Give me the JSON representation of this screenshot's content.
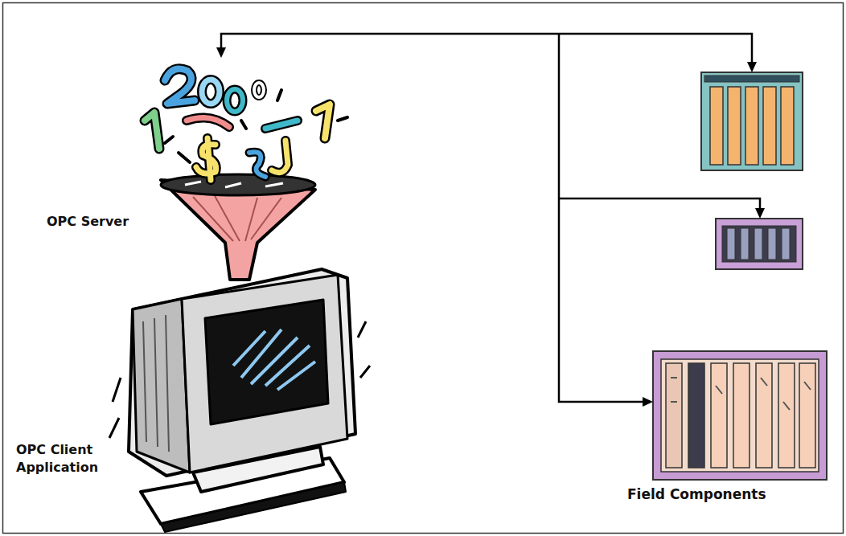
{
  "diagram": {
    "nodes": [
      {
        "text": [
          "OPC Server"
        ]
      },
      {
        "text": [
          "OPC Client Application"
        ]
      },
      {
        "text": [
          "Field Components"
        ]
      }
    ],
    "edges": [
      {
        "from": 0,
        "to": 2,
        "arrow": "both"
      }
    ]
  }
}
